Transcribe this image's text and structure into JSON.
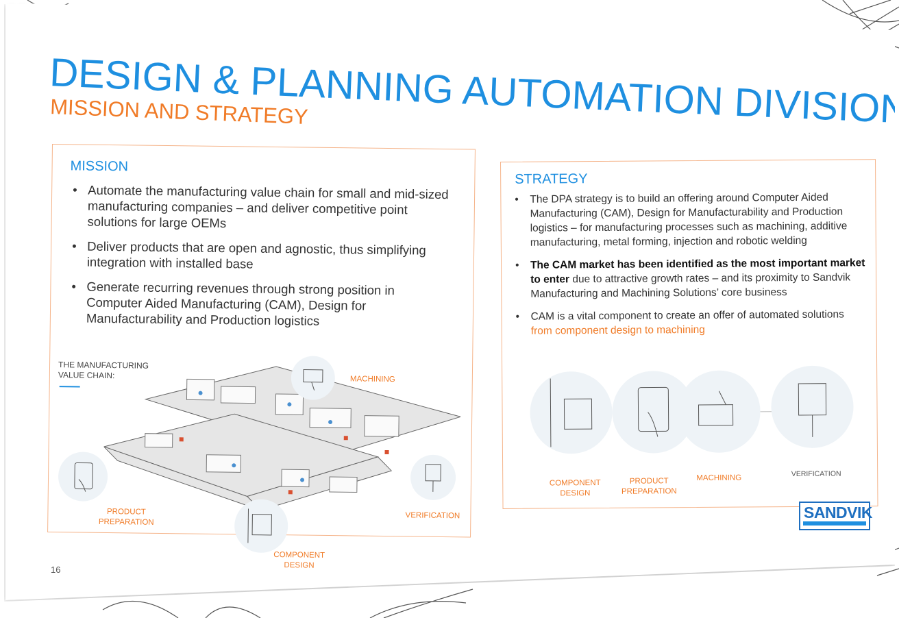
{
  "title": "DESIGN & PLANNING AUTOMATION DIVISION",
  "subtitle": "MISSION AND STRATEGY",
  "mission": {
    "heading": "MISSION",
    "bullets": [
      "Automate the manufacturing value chain for small and mid-sized manufacturing companies – and deliver competitive point solutions for large OEMs",
      "Deliver products that are open and agnostic, thus simplifying integration with installed base",
      "Generate recurring revenues through strong position in Computer Aided Manufacturing (CAM), Design for Manufacturability and Production logistics"
    ],
    "chain_label": "THE MANUFACTURING VALUE CHAIN:",
    "labels": {
      "machining": "MACHINING",
      "product_preparation": "PRODUCT PREPARATION",
      "verification": "VERIFICATION",
      "component_design": "COMPONENT DESIGN"
    }
  },
  "strategy": {
    "heading": "STRATEGY",
    "b1": "The DPA strategy is to build an offering around Computer Aided Manufacturing (CAM), Design for Manufacturability and Production logistics – for manufacturing processes such as machining, additive manufacturing, metal forming, injection and robotic welding",
    "b2_bold": "The CAM market has been identified as the most important market to enter",
    "b2_rest": " due to attractive growth rates – and its proximity to Sandvik Manufacturing and Machining Solutions’ core business",
    "b3_text": "CAM is a vital component to create an offer of automated solutions ",
    "b3_orange": "from component design to machining",
    "labels": {
      "component_design": "COMPONENT DESIGN",
      "product_preparation": "PRODUCT PREPARATION",
      "machining": "MACHINING",
      "verification": "VERIFICATION"
    }
  },
  "page_number": "16",
  "logo": "SANDVIK",
  "colors": {
    "blue": "#1e8fe0",
    "orange": "#f07b27",
    "border": "#f5b48a"
  }
}
